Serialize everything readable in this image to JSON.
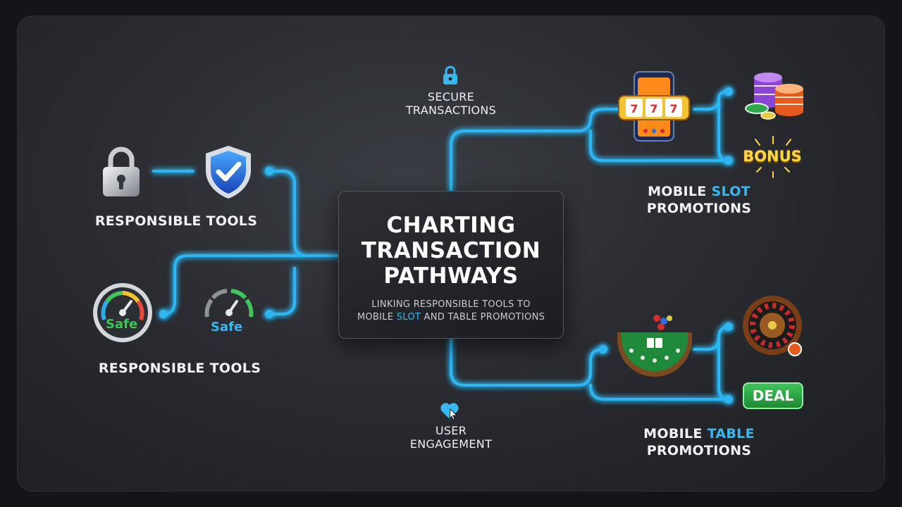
{
  "center": {
    "title_line1": "CHARTING",
    "title_line2": "TRANSACTION",
    "title_line3": "PATHWAYS",
    "subtitle_line1": "LINKING RESPONSIBLE TOOLS TO",
    "subtitle_line2_a": "MOBILE ",
    "subtitle_line2_b": "SLOT",
    "subtitle_line2_c": " AND TABLE PROMOTIONS"
  },
  "left": {
    "top_label": "RESPONSIBLE TOOLS",
    "bottom_label": "RESPONSIBLE TOOLS",
    "gauge1_text": "Safe",
    "gauge2_text": "Safe"
  },
  "secure": {
    "line1": "SECURE",
    "line2": "TRANSACTIONS"
  },
  "engagement": {
    "line1": "USER",
    "line2": "ENGAGEMENT"
  },
  "slot": {
    "line1_a": "MOBILE ",
    "line1_b": "SLOT",
    "line2": "PROMOTIONS",
    "bonus_badge": "BONUS"
  },
  "table": {
    "line1_a": "MOBILE ",
    "line1_b": "TABLE",
    "line2": "PROMOTIONS",
    "deal_button": "DEAL"
  },
  "icons": [
    "padlock-icon",
    "shield-check-icon",
    "gauge-icon",
    "lock-icon",
    "heart-cursor-icon",
    "slot-machine-phone-icon",
    "poker-chips-icon",
    "bonus-badge-icon",
    "blackjack-table-icon",
    "roulette-wheel-icon"
  ],
  "colors": {
    "wire": "#2fb6f3",
    "accent_text": "#37b8f0",
    "background": "#2a2c31",
    "bonus": "#ffd84a",
    "deal": "#2fa648"
  }
}
